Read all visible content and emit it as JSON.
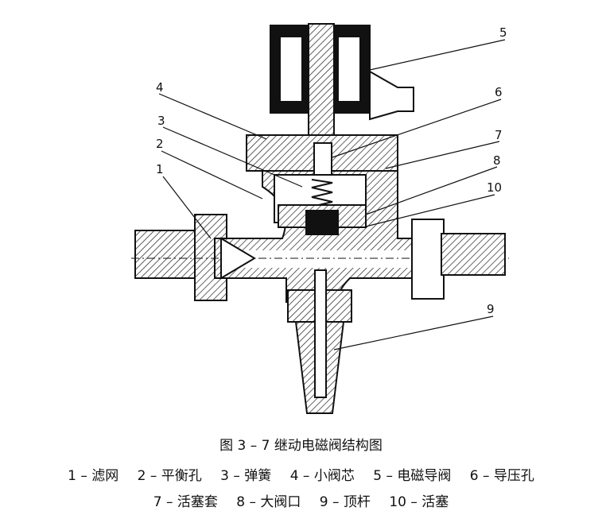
{
  "figure": {
    "title": "图 3 – 7    继动电磁阀结构图",
    "callouts": [
      "1",
      "2",
      "3",
      "4",
      "5",
      "6",
      "7",
      "8",
      "9",
      "10"
    ]
  },
  "legend": {
    "row1": [
      "1 – 滤网",
      "2 – 平衡孔",
      "3 – 弹簧",
      "4 – 小阀芯",
      "5 – 电磁导阀",
      "6 – 导压孔"
    ],
    "row2": [
      "7 – 活塞套",
      "8 – 大阀口",
      "9 – 顶杆",
      "10 – 活塞"
    ]
  }
}
